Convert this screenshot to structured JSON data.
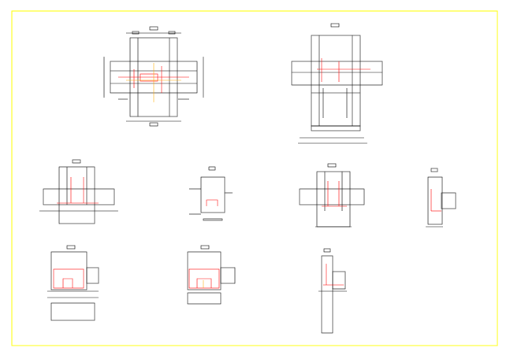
{
  "sheet": {
    "background": "#ffffff",
    "frame_color": "#ffff00",
    "line_color": "#000000",
    "accent_color": "#ff0000",
    "highlight_color": "#ffaa00"
  },
  "views": [
    {
      "id": "top-plan-cross",
      "kind": "cross"
    },
    {
      "id": "top-plan-right",
      "kind": "cross-right"
    },
    {
      "id": "section-1",
      "kind": "section-wall"
    },
    {
      "id": "section-2",
      "kind": "section-small"
    },
    {
      "id": "section-3",
      "kind": "section-wall"
    },
    {
      "id": "section-4",
      "kind": "section-narrow"
    },
    {
      "id": "elevation-1",
      "kind": "elevation-tall"
    },
    {
      "id": "elevation-2",
      "kind": "elevation-mid"
    },
    {
      "id": "elevation-3",
      "kind": "elevation-column"
    }
  ]
}
